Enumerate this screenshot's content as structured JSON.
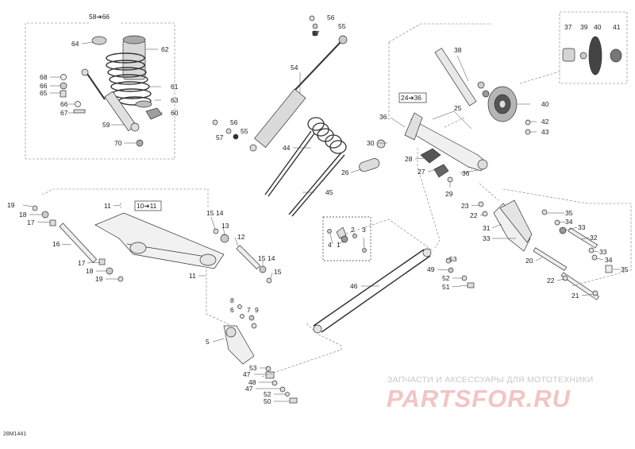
{
  "ranges": {
    "r58_66": "58➔66",
    "r24_36": "24➔36",
    "r10_11": "10➔11"
  },
  "watermark": {
    "tagline": "ЗАПЧАСТИ И АКСЕССУАРЫ ДЛЯ МОТОТЕХНИКИ",
    "logo": "PARTSFOR.RU"
  },
  "figure_ref": "28M1441",
  "callouts": {
    "c62": "62",
    "c64": "64",
    "c68": "68",
    "c66a": "66",
    "c65": "65",
    "c61": "61",
    "c63": "63",
    "c66b": "66",
    "c67": "67",
    "c60": "60",
    "c59": "59",
    "c70": "70",
    "c56a": "56",
    "c55a": "55",
    "c57a": "57",
    "c54": "54",
    "c56b": "56",
    "c55b": "55",
    "c57b": "57",
    "c44": "44",
    "c26": "26",
    "c45": "45",
    "c37": "37",
    "c39": "39",
    "c40a": "40",
    "c41": "41",
    "c38": "38",
    "c40b": "40",
    "c25": "25",
    "c36a": "36",
    "c36b": "36",
    "c30": "30",
    "c42": "42",
    "c43": "43",
    "c28": "28",
    "c27": "27",
    "c29": "29",
    "c19a": "19",
    "c18a": "18",
    "c17a": "17",
    "c11a": "11",
    "c16": "16",
    "c17b": "17",
    "c18b": "18",
    "c19b": "19",
    "c11b": "11",
    "c15a": "15",
    "c14a": "14",
    "c13": "13",
    "c12": "12",
    "c15b": "15",
    "c14b": "14",
    "c15c": "15",
    "c4": "4",
    "c1": "1",
    "c2": "2",
    "c3": "3",
    "c23": "23",
    "c22a": "22",
    "c31": "31",
    "c33a": "33",
    "c35a": "35",
    "c34a": "34",
    "c33b": "33",
    "c32": "32",
    "c33c": "33",
    "c34b": "34",
    "c35b": "35",
    "c20": "20",
    "c22b": "22",
    "c21": "21",
    "c53a": "53",
    "c49": "49",
    "c52a": "52",
    "c51": "51",
    "c46": "46",
    "c8": "8",
    "c6": "6",
    "c7": "7",
    "c9": "9",
    "c5": "5",
    "c53b": "53",
    "c47a": "47",
    "c48": "48",
    "c47b": "47",
    "c52b": "52",
    "c50": "50"
  }
}
